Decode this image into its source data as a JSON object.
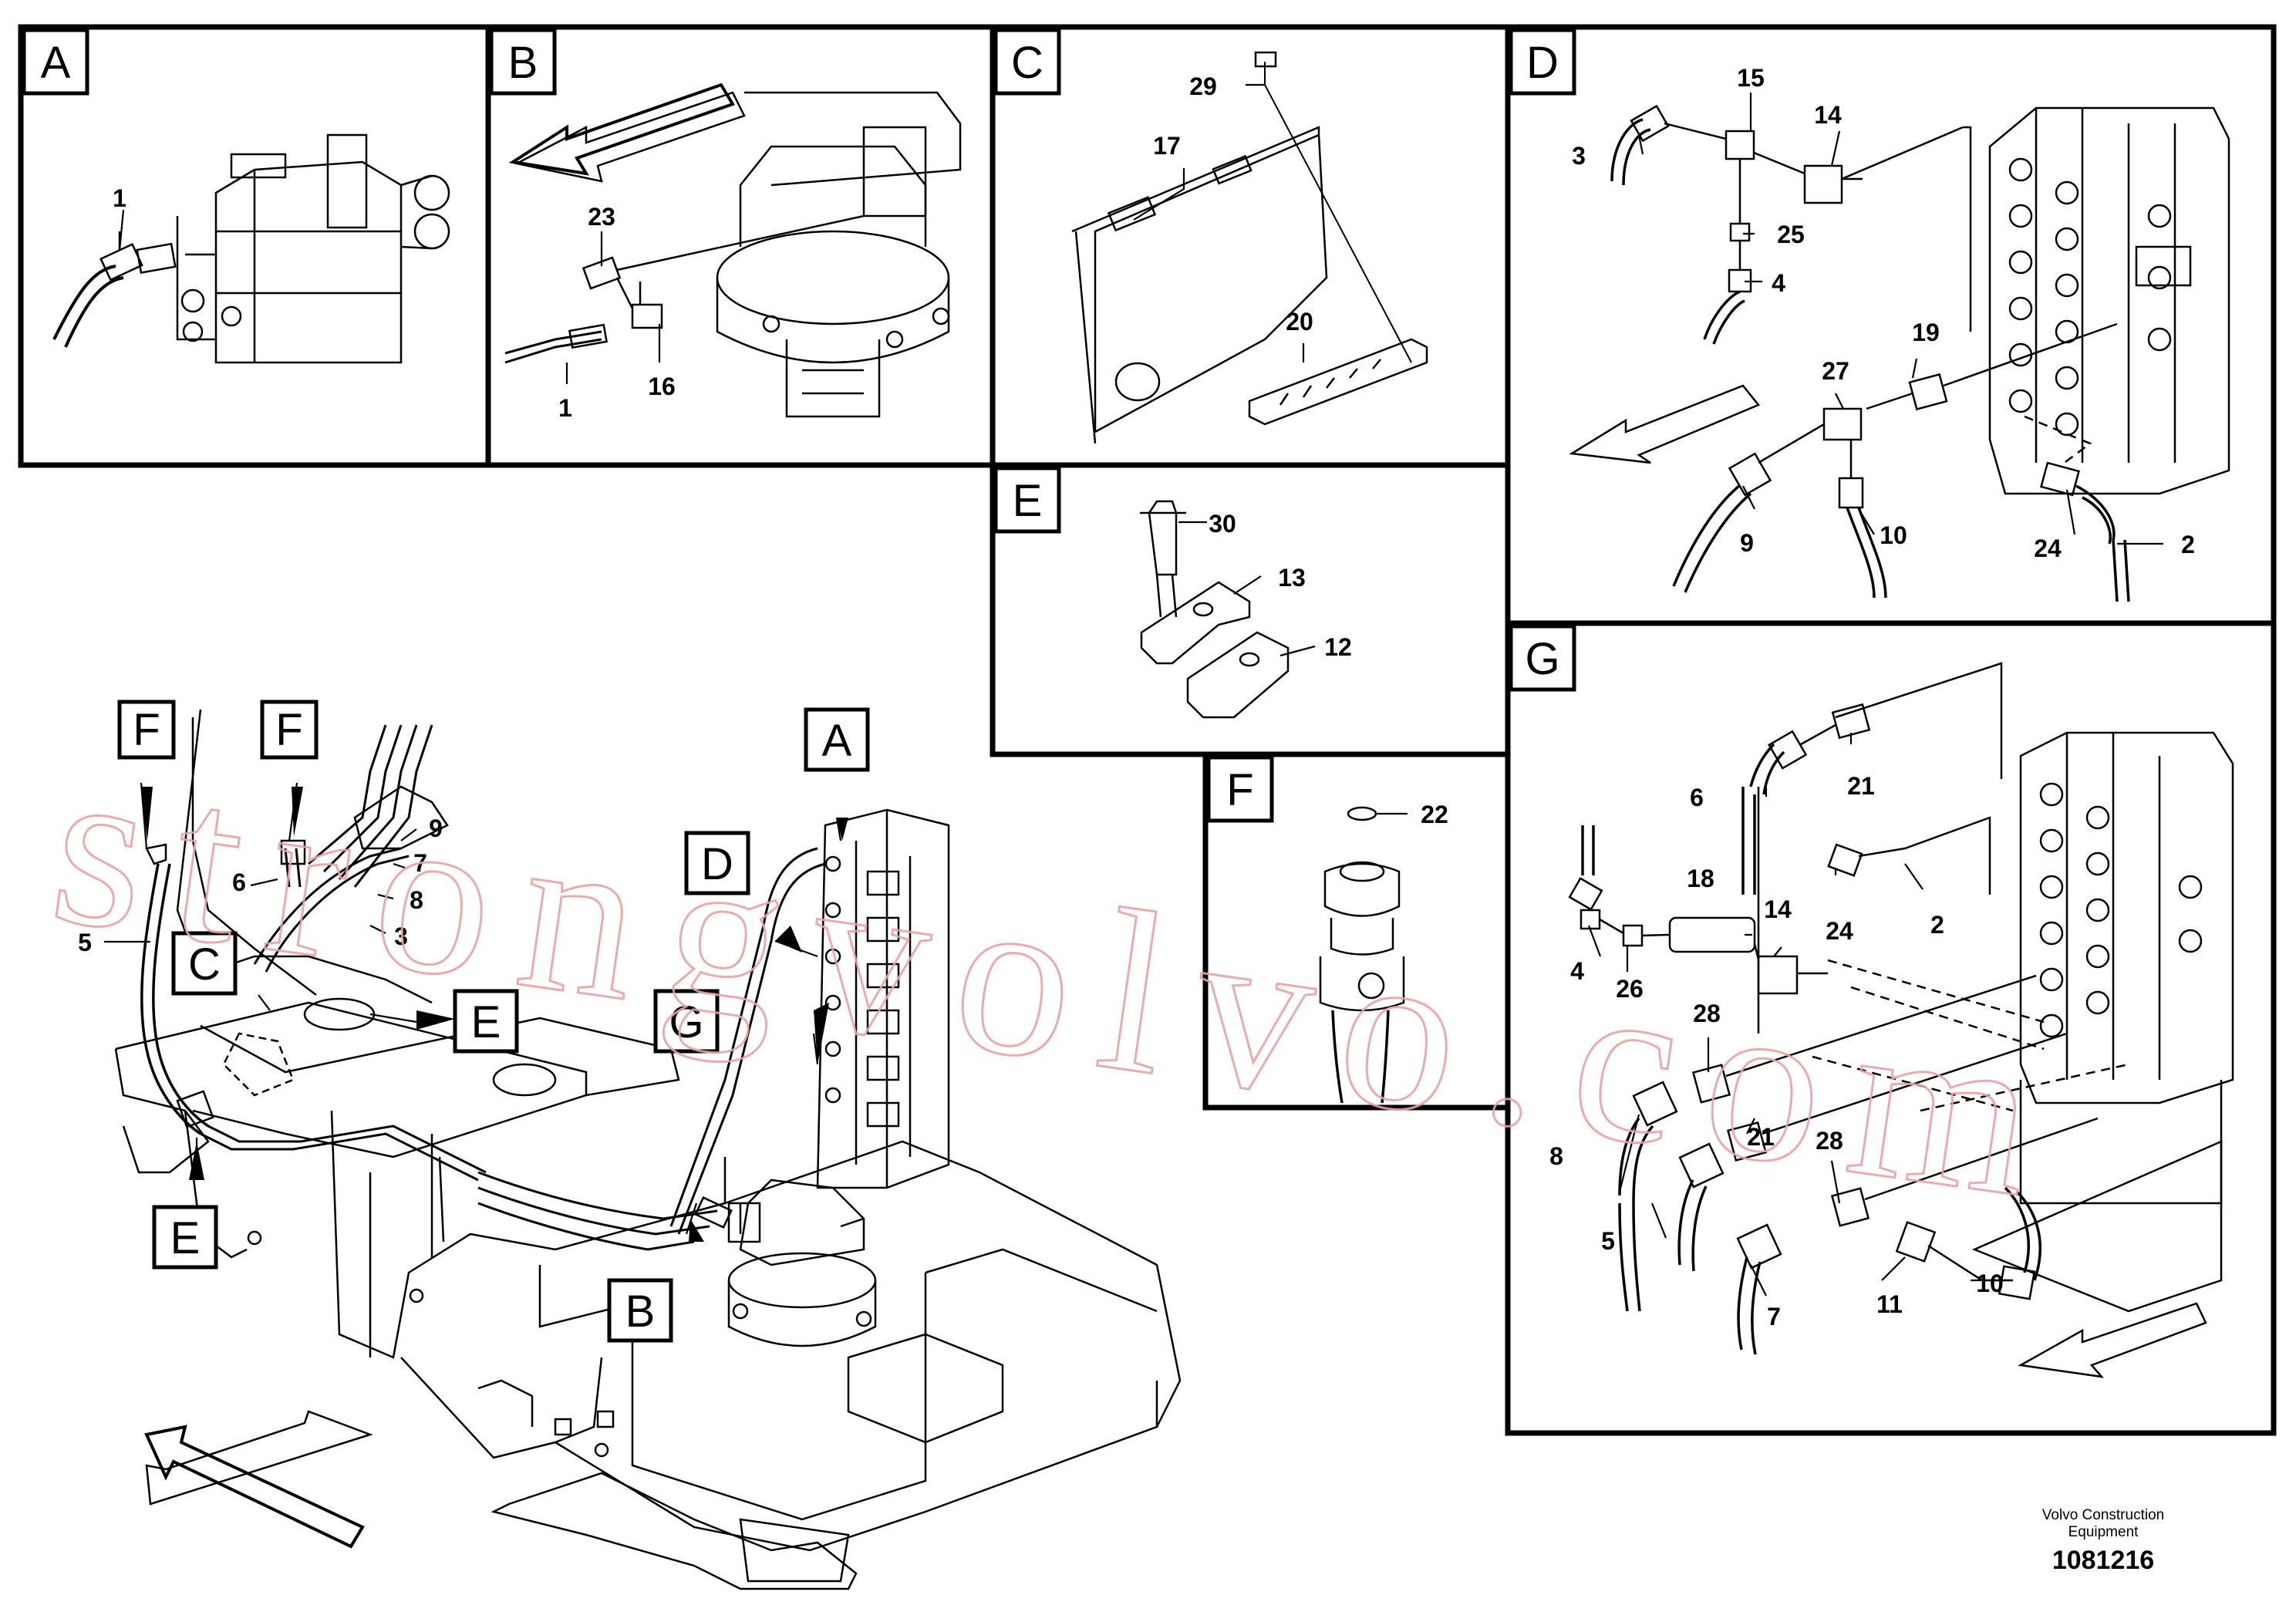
{
  "panels": {
    "A": {
      "letter": "A",
      "labels": [
        "1"
      ]
    },
    "B": {
      "letter": "B",
      "labels": [
        "23",
        "1",
        "16"
      ]
    },
    "C": {
      "letter": "C",
      "labels": [
        "29",
        "17",
        "20"
      ]
    },
    "D": {
      "letter": "D",
      "labels": [
        "15",
        "14",
        "3",
        "25",
        "4",
        "27",
        "19",
        "9",
        "10",
        "24",
        "2"
      ]
    },
    "E": {
      "letter": "E",
      "labels": [
        "30",
        "13",
        "12"
      ]
    },
    "F": {
      "letter": "F",
      "labels": [
        "22"
      ]
    },
    "G": {
      "letter": "G",
      "labels": [
        "21",
        "6",
        "24",
        "2",
        "18",
        "14",
        "4",
        "26",
        "28",
        "21",
        "28",
        "8",
        "5",
        "7",
        "11",
        "10"
      ]
    }
  },
  "main_view": {
    "callouts": [
      "F",
      "F",
      "A",
      "D",
      "C",
      "E",
      "G",
      "B",
      "E"
    ],
    "labels": [
      "9",
      "7",
      "8",
      "3",
      "6",
      "5"
    ]
  },
  "footer": {
    "company_line1": "Volvo Construction",
    "company_line2": "Equipment",
    "drawing_number": "1081216"
  },
  "watermark": "strongvolvo.com",
  "colors": {
    "line": "#000000",
    "watermark": "#e8a3a3",
    "background": "#ffffff"
  }
}
